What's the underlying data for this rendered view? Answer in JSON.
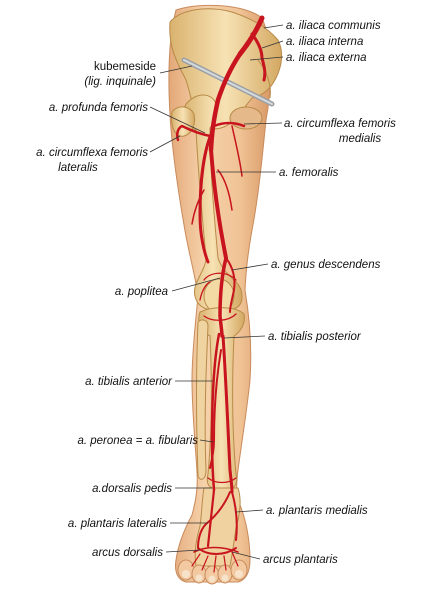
{
  "labels": {
    "iliaca_communis": "a. iliaca communis",
    "iliaca_interna": "a. iliaca interna",
    "iliaca_externa": "a. iliaca externa",
    "kubemeside_1": "kubemeside",
    "kubemeside_2": "(lig. inquinale)",
    "profunda_femoris": "a. profunda femoris",
    "circ_fem_medialis_1": "a. circumflexa femoris",
    "circ_fem_medialis_2": "medialis",
    "circ_fem_lateralis_1": "a. circumflexa femoris",
    "circ_fem_lateralis_2": "lateralis",
    "femoralis": "a. femoralis",
    "genus_descendens": "a. genus descendens",
    "poplitea": "a. poplitea",
    "tibialis_posterior": "a. tibialis posterior",
    "tibialis_anterior": "a. tibialis anterior",
    "peronea": "a. peronea = a. fibularis",
    "dorsalis_pedis": "a.dorsalis pedis",
    "plantaris_medialis": "a. plantaris medialis",
    "plantaris_lateralis": "a. plantaris lateralis",
    "arcus_dorsalis": "arcus dorsalis",
    "arcus_plantaris": "arcus plantaris"
  },
  "colors": {
    "skin": "#f2c9a0",
    "skin_shade": "#e0a878",
    "bone": "#f3d9a4",
    "bone_shade": "#d9b26e",
    "artery": "#c8141e"
  }
}
